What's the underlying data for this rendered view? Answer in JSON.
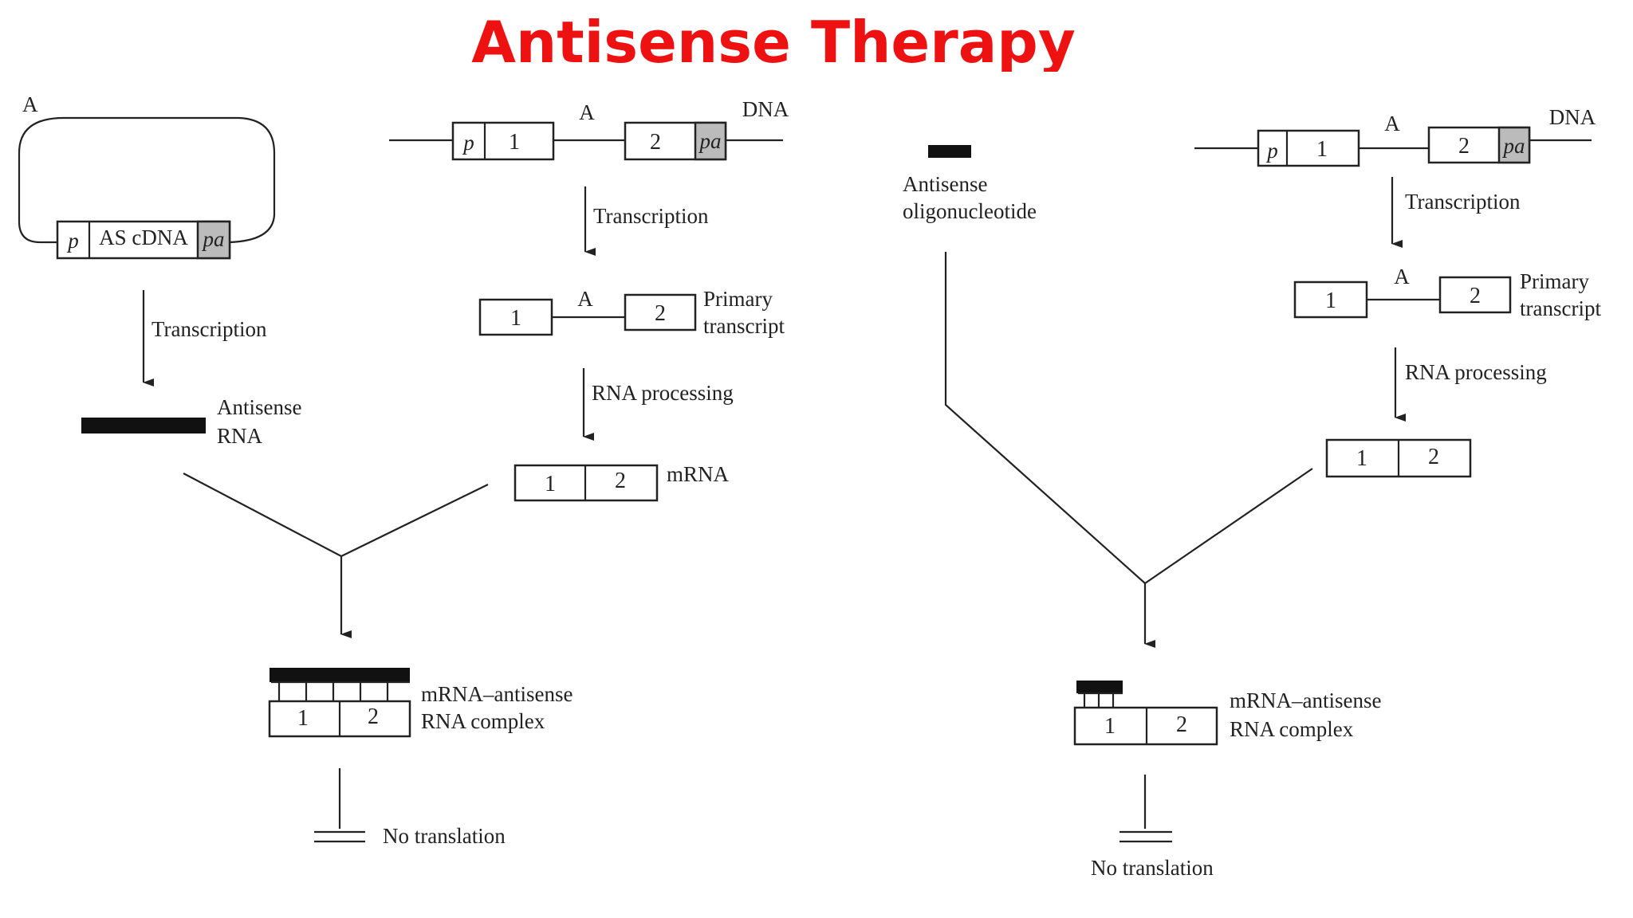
{
  "title": "Antisense Therapy",
  "colors": {
    "title": "#ee1111",
    "ink": "#222222",
    "shade": "#bbbbbb"
  },
  "left": {
    "panel_label": "A",
    "vector": {
      "promoter": "p",
      "insert": "AS cDNA",
      "polyA": "pa"
    },
    "vector_transcription": "Transcription",
    "antisense_rna": [
      "Antisense",
      "RNA"
    ],
    "gene": {
      "promoter": "p",
      "exon1": "1",
      "intron": "A",
      "exon2": "2",
      "polyA": "pa",
      "dna_label": "DNA",
      "transcription": "Transcription",
      "primary_transcript": [
        "Primary",
        "transcript"
      ],
      "rna_processing": "RNA processing",
      "mrna": "mRNA"
    },
    "complex": [
      "mRNA–antisense",
      "RNA complex"
    ],
    "result": "No translation"
  },
  "right": {
    "antisense_oligo": [
      "Antisense",
      "oligonucleotide"
    ],
    "gene": {
      "promoter": "p",
      "exon1": "1",
      "intron": "A",
      "exon2": "2",
      "polyA": "pa",
      "dna_label": "DNA",
      "transcription": "Transcription",
      "primary_transcript": [
        "Primary",
        "transcript"
      ],
      "rna_processing": "RNA processing"
    },
    "complex": [
      "mRNA–antisense",
      "RNA complex"
    ],
    "result": "No translation"
  }
}
